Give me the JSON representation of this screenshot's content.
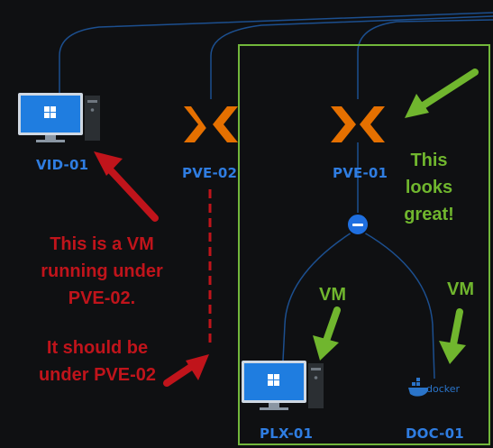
{
  "nodes": {
    "vid01": "VID-01",
    "pve02": "PVE-02",
    "pve01": "PVE-01",
    "plx01": "PLX-01",
    "doc01": "DOC-01"
  },
  "annotations": {
    "red_note_1": [
      "This is a VM",
      "running under",
      "PVE-02."
    ],
    "red_note_2": [
      "It should be",
      "under PVE-02"
    ],
    "green_note": [
      "This",
      "looks",
      "great!"
    ],
    "vm_left": "VM",
    "vm_right": "VM"
  },
  "icons": {
    "docker_wordmark": "docker"
  },
  "colors": {
    "background": "#0f1012",
    "link": "#1c4f8f",
    "node_label": "#2f7de1",
    "annotation_red": "#c0141b",
    "annotation_green": "#70b62e",
    "proxmox_orange": "#e57000",
    "windows_blue": "#1f7de0"
  }
}
